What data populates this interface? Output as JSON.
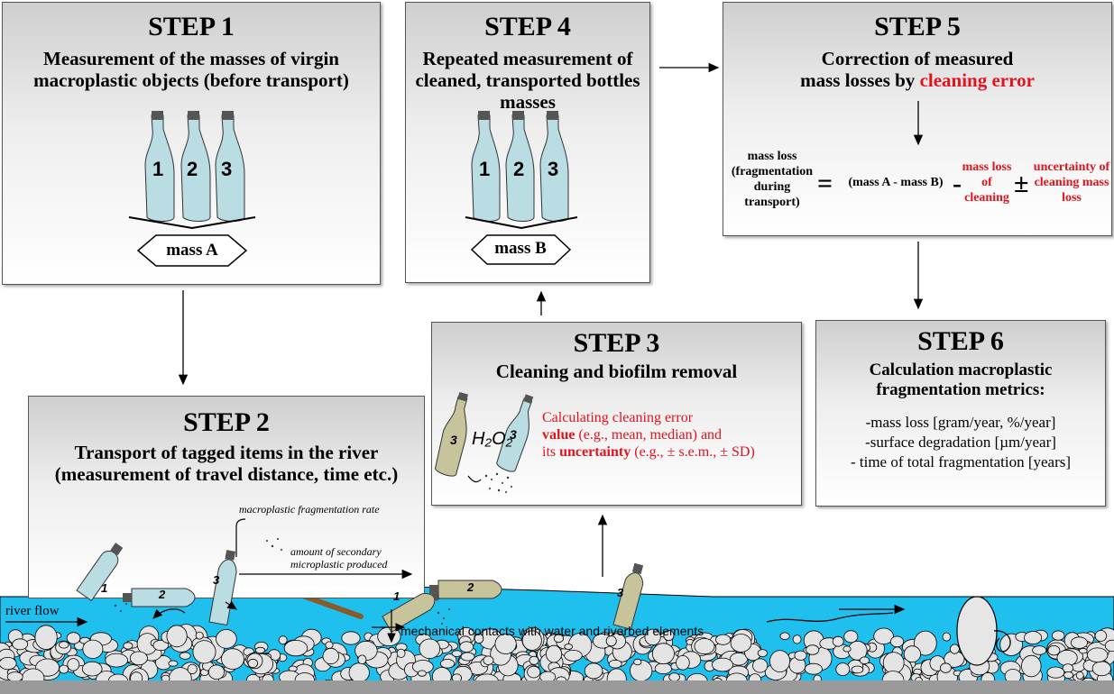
{
  "step1": {
    "title": "STEP 1",
    "subtitle": "Measurement of the masses of virgin macroplastic objects (before transport)",
    "bottles": [
      "1",
      "2",
      "3"
    ],
    "mass_label": "mass A"
  },
  "step4": {
    "title": "STEP 4",
    "subtitle": "Repeated measurement of cleaned, transported bottles masses",
    "bottles": [
      "1",
      "2",
      "3"
    ],
    "mass_label": "mass B"
  },
  "step5": {
    "title": "STEP 5",
    "subtitle_line1": "Correction of measured",
    "subtitle_line2_plain": "mass losses by ",
    "subtitle_line2_red": "cleaning error",
    "formula": {
      "lhs": "mass loss (fragmentation during transport)",
      "equals": "=",
      "diff": "(mass A - mass B)",
      "minus": "-",
      "cleaning_loss": "mass loss of cleaning",
      "plusminus": "±",
      "uncertainty": "uncertainty of cleaning mass loss"
    }
  },
  "step3": {
    "title": "STEP 3",
    "subtitle": "Cleaning and biofilm removal",
    "reagent": "H₂O₂",
    "bottle_number": "3",
    "text_line1": "Calculating cleaning error",
    "text_value_bold": "value",
    "text_value_rest": " (e.g., mean, median) and",
    "text_its": "its ",
    "text_uncertainty_bold": "uncertainty",
    "text_uncertainty_rest": " (e.g., ± s.e.m.,  ± SD)"
  },
  "step6": {
    "title": "STEP 6",
    "subtitle": "Calculation macroplastic fragmentation metrics:",
    "metrics": [
      "-mass loss [gram/year, %/year]",
      "-surface degradation [µm/year]",
      "- time of total fragmentation [years]"
    ]
  },
  "step2": {
    "title": "STEP 2",
    "subtitle_line1": "Transport of tagged items in the river",
    "subtitle_line2": "(measurement of travel distance, time etc.)"
  },
  "river": {
    "flow_label": "river flow",
    "fragmentation_rate_note": "macroplastic fragmentation rate",
    "secondary_microplastic_note": "amount of secondary microplastic produced",
    "contacts_note": "mechanical contacts with water and riverbed elements",
    "bottle_labels": [
      "1",
      "2",
      "3",
      "1",
      "2",
      "3"
    ]
  },
  "colors": {
    "accent_red": "#e0141e",
    "water": "#1fc0ee",
    "bottle_fill": "#b9dde2",
    "biofilm_bottle": "#c7c39a"
  }
}
